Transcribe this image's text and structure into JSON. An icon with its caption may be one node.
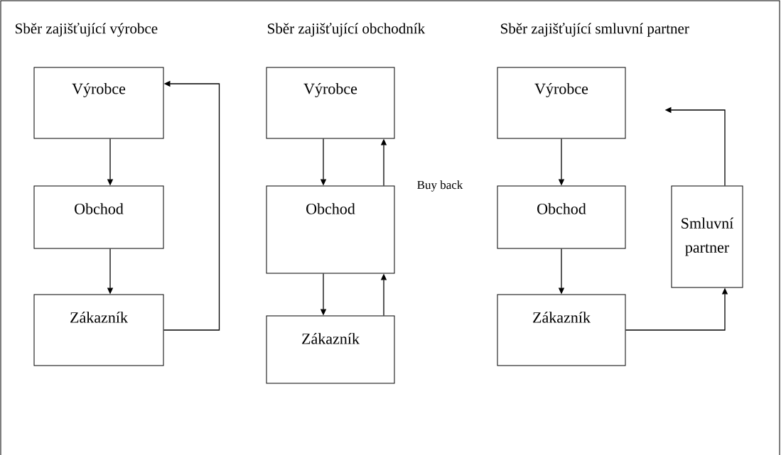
{
  "diagram": {
    "nodes": [
      {
        "text": [
          "Výrobce"
        ]
      },
      {
        "text": [
          "Obchod"
        ]
      },
      {
        "text": [
          "Zákazník"
        ]
      },
      {
        "text": [
          "Výrobce"
        ]
      },
      {
        "text": [
          "Obchod"
        ]
      },
      {
        "text": [
          "Zákazník"
        ]
      },
      {
        "text": [
          "Výrobce"
        ]
      },
      {
        "text": [
          "Obchod"
        ]
      },
      {
        "text": [
          "Zákazník"
        ]
      },
      {
        "text": [
          "Smluvní partner"
        ]
      }
    ],
    "edges": [
      {
        "from": 0,
        "to": 1,
        "arrow": "to"
      },
      {
        "from": 1,
        "to": 2,
        "arrow": "to"
      },
      {
        "from": 2,
        "to": 0,
        "arrow": "to"
      },
      {
        "from": 3,
        "to": 4,
        "arrow": "to"
      },
      {
        "from": 4,
        "to": 3,
        "arrow": "to",
        "label": "Buy back"
      },
      {
        "from": 4,
        "to": 5,
        "arrow": "to"
      },
      {
        "from": 5,
        "to": 4,
        "arrow": "to"
      },
      {
        "from": 6,
        "to": 7,
        "arrow": "to"
      },
      {
        "from": 7,
        "to": 8,
        "arrow": "to"
      },
      {
        "from": 8,
        "to": 9,
        "arrow": "to"
      },
      {
        "from": 9,
        "to": 6,
        "arrow": "to"
      }
    ],
    "labels": [
      "Sběr zajišťující výrobce",
      "Sběr zajišťující obchodník",
      "Sběr zajišťující smluvní partner"
    ]
  }
}
